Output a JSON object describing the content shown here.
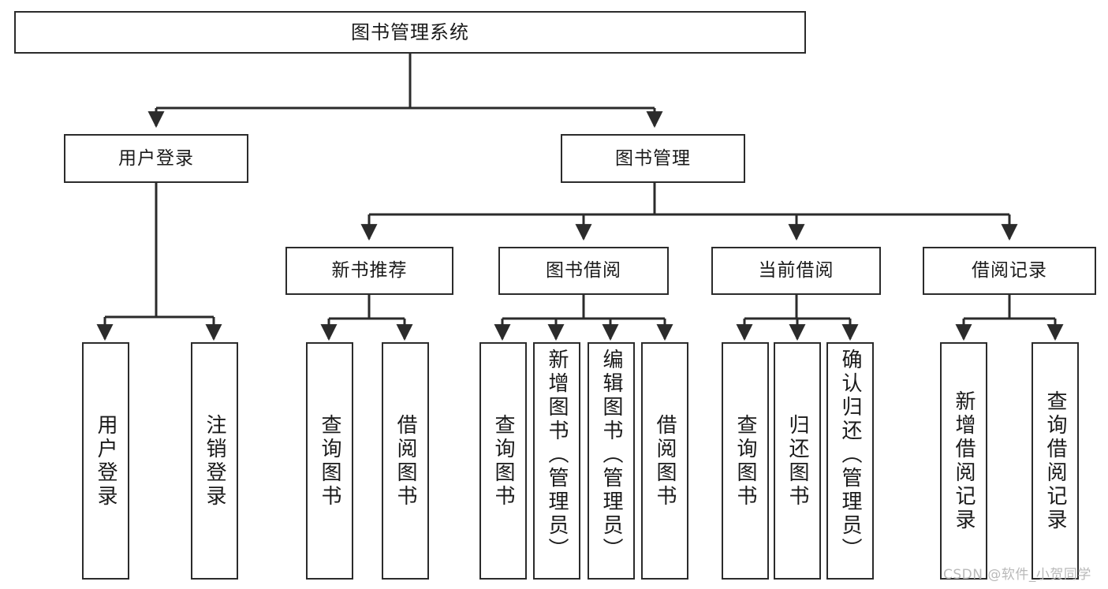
{
  "diagram": {
    "title": "图书管理系统",
    "type": "hierarchy-tree",
    "watermark": "CSDN @软件_小贺同学",
    "colors": {
      "box_border": "#2b2b2b",
      "box_fill": "#ffffff",
      "edge": "#2b2b2b",
      "text": "#1a1a1a",
      "watermark": "#b9b9b9"
    },
    "levels": {
      "root": {
        "label": "图书管理系统"
      },
      "level2": [
        {
          "label": "用户登录"
        },
        {
          "label": "图书管理"
        }
      ],
      "level3": [
        {
          "label": "新书推荐"
        },
        {
          "label": "图书借阅"
        },
        {
          "label": "当前借阅"
        },
        {
          "label": "借阅记录"
        }
      ],
      "leaves": {
        "user_login": [
          {
            "label": "用户登录"
          },
          {
            "label": "注销登录"
          }
        ],
        "new_book_recommend": [
          {
            "label": "查询图书"
          },
          {
            "label": "借阅图书"
          }
        ],
        "book_borrow": [
          {
            "label": "查询图书"
          },
          {
            "label": "新增图书（管理员）"
          },
          {
            "label": "编辑图书（管理员）"
          },
          {
            "label": "借阅图书"
          }
        ],
        "current_borrow": [
          {
            "label": "查询图书"
          },
          {
            "label": "归还图书"
          },
          {
            "label": "确认归还（管理员）"
          }
        ],
        "borrow_record": [
          {
            "label": "新增借阅记录"
          },
          {
            "label": "查询借阅记录"
          }
        ]
      }
    }
  }
}
